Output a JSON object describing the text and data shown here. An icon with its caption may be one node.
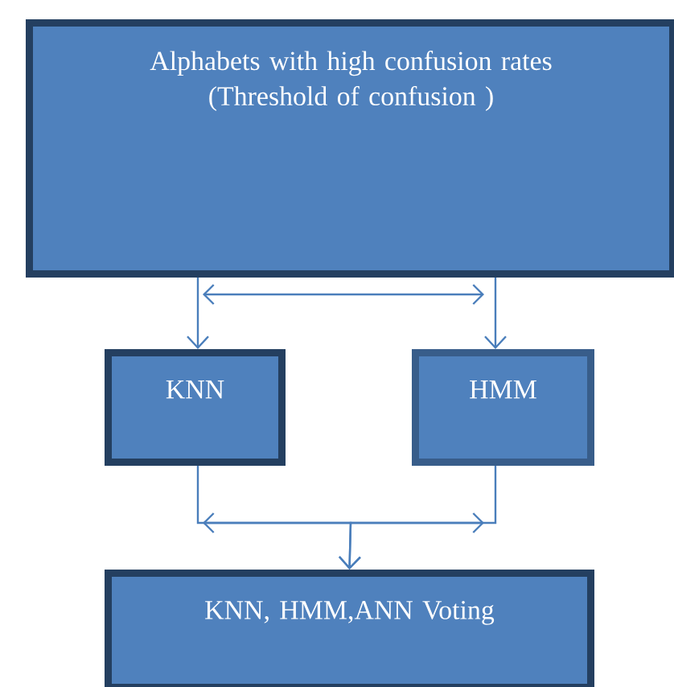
{
  "diagram": {
    "nodes": [
      {
        "text": [
          "Alphabets with high confusion rates",
          "(Threshold of confusion  )"
        ]
      },
      {
        "text": [
          "KNN"
        ]
      },
      {
        "text": [
          "HMM"
        ]
      },
      {
        "text": [
          "KNN, HMM,ANN Voting"
        ]
      }
    ],
    "edges": [
      {
        "from": 0,
        "to": 1,
        "arrow": "to"
      },
      {
        "from": 0,
        "to": 2,
        "arrow": "to"
      },
      {
        "from": 1,
        "to": 3,
        "arrow": "to"
      },
      {
        "from": 2,
        "to": 3,
        "arrow": "to"
      }
    ]
  }
}
